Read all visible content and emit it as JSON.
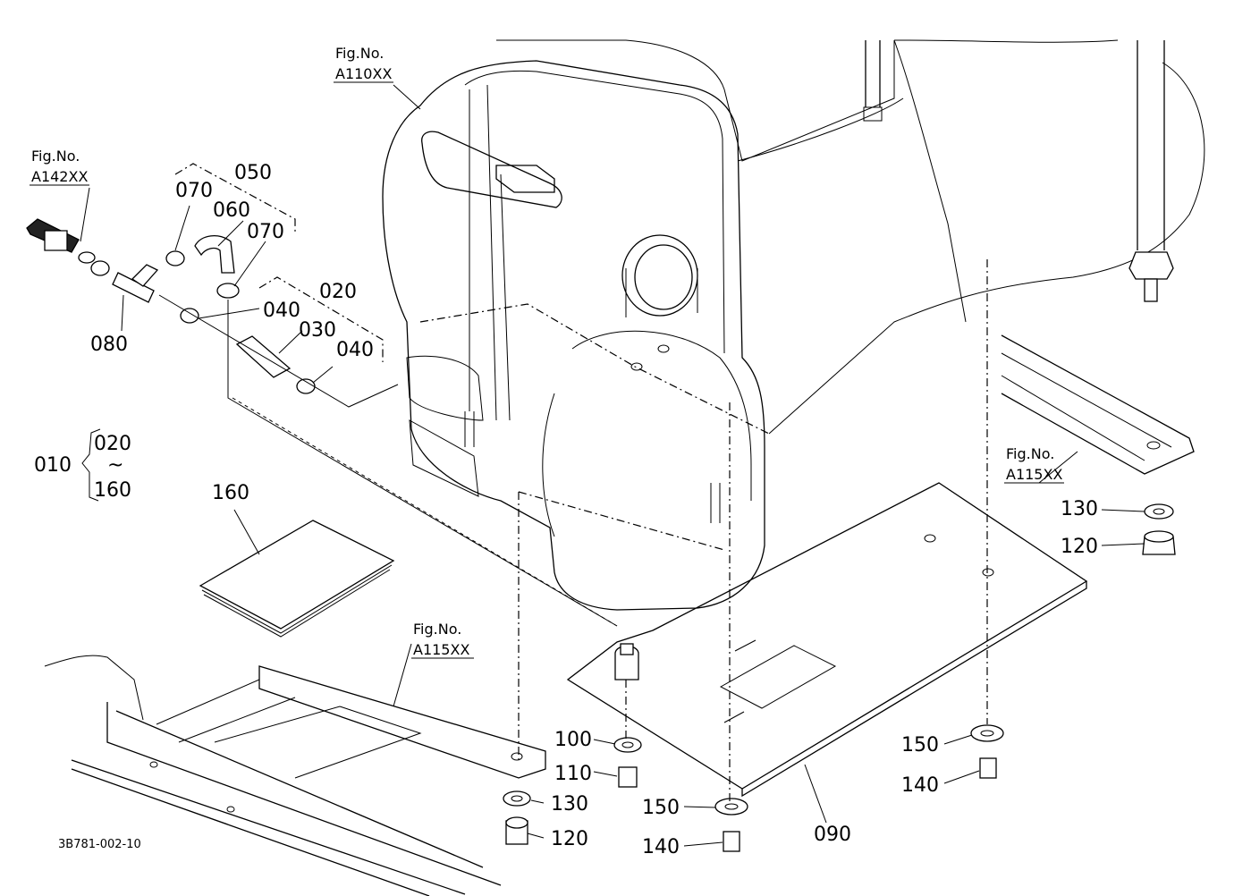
{
  "references": {
    "tank": {
      "title": "Fig.No.",
      "code": "A110XX"
    },
    "coupler": {
      "title": "Fig.No.",
      "code": "A142XX"
    },
    "frame_right": {
      "title": "Fig.No.",
      "code": "A115XX"
    },
    "frame_bottom": {
      "title": "Fig.No.",
      "code": "A115XX"
    }
  },
  "callouts": {
    "p050": "050",
    "p070a": "070",
    "p060": "060",
    "p070b": "070",
    "p020": "020",
    "p040a": "040",
    "p030": "030",
    "p040b": "040",
    "p080": "080",
    "p010": "010",
    "range_start": "020",
    "range_sep": "~",
    "range_end": "160",
    "p160": "160",
    "p130r": "130",
    "p120r": "120",
    "p100": "100",
    "p110": "110",
    "p130b": "130",
    "p120b": "120",
    "p150c": "150",
    "p140c": "140",
    "p150r": "150",
    "p140r": "140",
    "p090": "090"
  },
  "drawing_code": "3B781-002-10"
}
